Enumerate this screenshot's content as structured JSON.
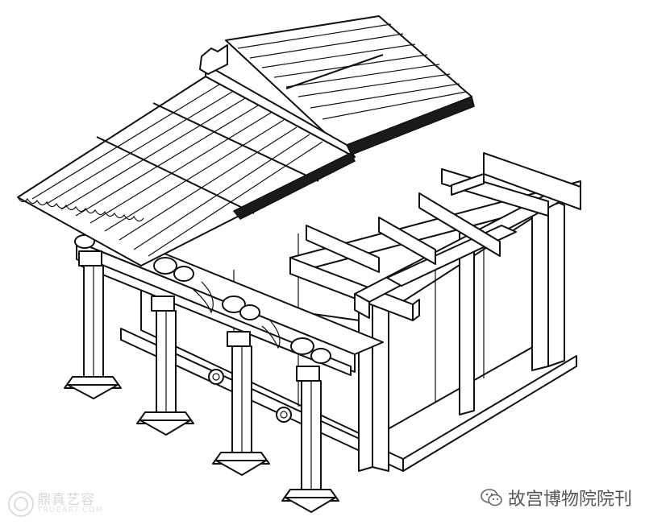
{
  "diagram": {
    "subject_icon": "timber-frame-hall-icon"
  },
  "watermarks": {
    "left_logo_icon": "seal-logo-icon",
    "left_text": "鼎真艺容",
    "left_subtext": "TRUEART.COM",
    "right_icon": "wechat-icon",
    "right_text": "故宫博物院院刊"
  },
  "colors": {
    "line": "#111111",
    "background": "#ffffff",
    "watermark_light": "#d8d8d8",
    "watermark_dark": "#555555"
  }
}
